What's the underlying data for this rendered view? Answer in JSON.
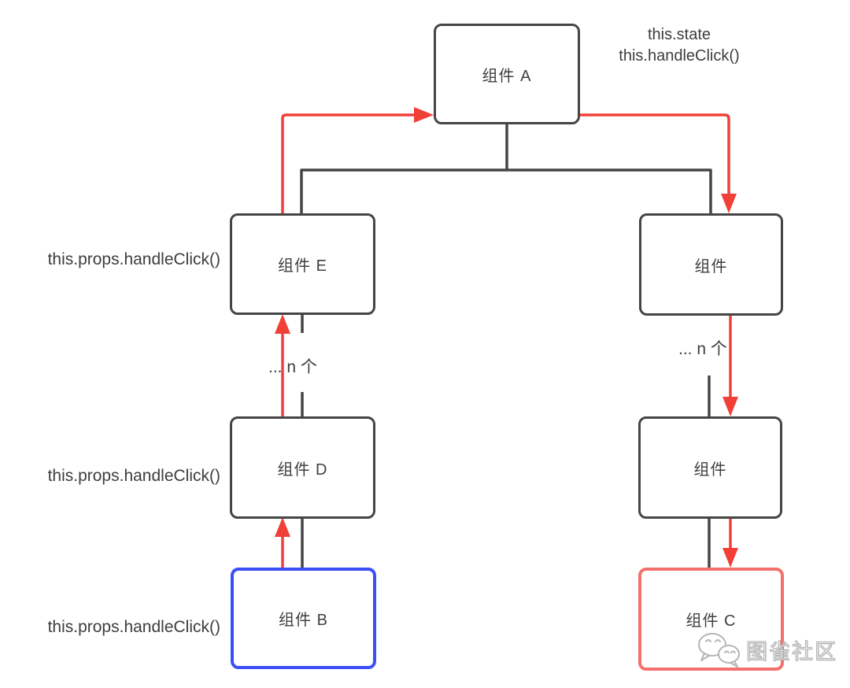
{
  "nodes": {
    "a": {
      "label": "组件 A"
    },
    "e": {
      "label": "组件 E"
    },
    "d": {
      "label": "组件 D"
    },
    "b": {
      "label": "组件 B"
    },
    "right_child": {
      "label": "组件"
    },
    "right_grandchild": {
      "label": "组件"
    },
    "c": {
      "label": "组件 C"
    }
  },
  "annotations": {
    "state_line1": "this.state",
    "state_line2": "this.handleClick()",
    "props_e": "this.props.handleClick()",
    "props_d": "this.props.handleClick()",
    "props_b": "this.props.handleClick()",
    "n_items_left": "... n 个",
    "n_items_right": "... n 个"
  },
  "colors": {
    "node_border": "#454545",
    "node_b_border": "#3b4ef8",
    "node_c_border": "#f4706c",
    "arrow_red": "#f04038",
    "tree_line": "#454545",
    "text": "#3d3d3d"
  },
  "watermark": {
    "icon": "wechat-icon",
    "text": "图雀社区"
  }
}
